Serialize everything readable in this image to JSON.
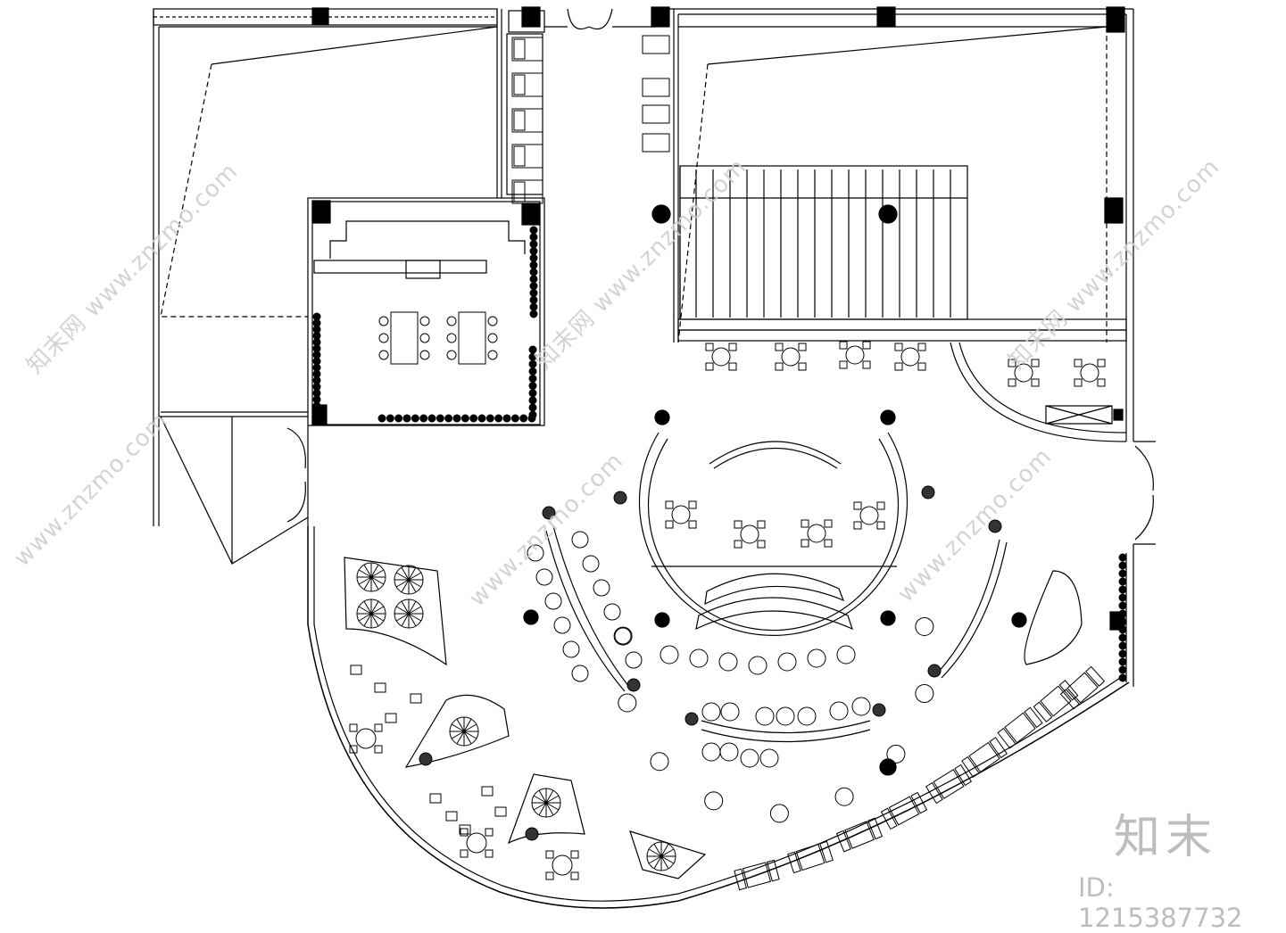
{
  "watermarks": {
    "site": "www.znzmo.com",
    "logo": "知末网"
  },
  "brand_mark": "知末",
  "image_id": "ID: 1215387732",
  "colors": {
    "line": "#000000",
    "watermark": "#cfcfcf"
  }
}
